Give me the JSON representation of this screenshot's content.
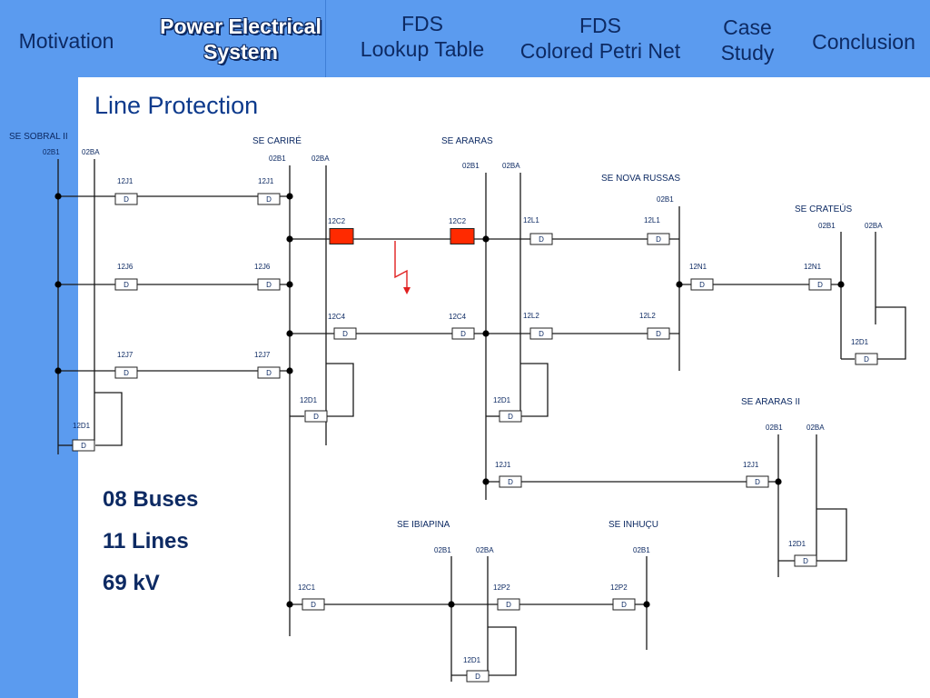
{
  "nav": {
    "items": [
      {
        "lines": [
          "Motivation"
        ]
      },
      {
        "lines": [
          "Power Electrical",
          "System"
        ]
      },
      {
        "lines": [
          "FDS",
          "Lookup Table"
        ]
      },
      {
        "lines": [
          "FDS",
          "Colored Petri Net"
        ]
      },
      {
        "lines": [
          "Case",
          "Study"
        ]
      },
      {
        "lines": [
          "Conclusion"
        ]
      }
    ],
    "active_index": 1
  },
  "slide": {
    "title": "Line Protection",
    "stats": [
      "08 Buses",
      "11 Lines",
      "69 kV"
    ]
  },
  "colors": {
    "nav_background": "#5b9bef",
    "text_dark": "#0d2a63",
    "faulted_breaker": "#ff2a00",
    "fault_arrow": "#e02020"
  },
  "diagram": {
    "substations": {
      "sobral": "SE SOBRAL II",
      "carire": "SE CARIRÉ",
      "araras": "SE ARARAS",
      "nova_russas": "SE NOVA RUSSAS",
      "crateus": "SE CRATEÚS",
      "araras2": "SE ARARAS II",
      "ibiapina": "SE IBIAPINA",
      "inhucu": "SE INHUÇU"
    },
    "bus_label_main": "02B1",
    "bus_label_aux": "02BA",
    "breaker_symbol": "D",
    "breakers": {
      "j1": "12J1",
      "j6": "12J6",
      "j7": "12J7",
      "d1": "12D1",
      "c2": "12C2",
      "c4": "12C4",
      "l1": "12L1",
      "l2": "12L2",
      "n1": "12N1",
      "c1": "12C1",
      "p2": "12P2"
    }
  }
}
